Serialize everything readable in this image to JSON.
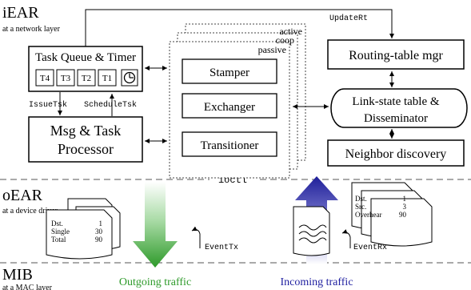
{
  "layers": {
    "iear": {
      "title": "iEAR",
      "subtitle": "at a network layer"
    },
    "oear": {
      "title": "oEAR",
      "subtitle": "at a device driver"
    },
    "mib": {
      "title": "MIB",
      "subtitle": "at a MAC layer"
    },
    "ioctl": "ioctl"
  },
  "task_queue": {
    "title": "Task Queue & Timer",
    "slots": [
      "T4",
      "T3",
      "T2",
      "T1"
    ]
  },
  "msg_processor": {
    "line1": "Msg & Task",
    "line2": "Processor"
  },
  "labels": {
    "issue_tsk": "IssueTsk",
    "schedule_tsk": "ScheduleTsk",
    "update_rt": "UpdateRt",
    "event_tx": "EventTx",
    "event_rx": "EventRx"
  },
  "stack_states": [
    "active",
    "coop",
    "passive"
  ],
  "modules": [
    "Stamper",
    "Exchanger",
    "Transitioner"
  ],
  "right": {
    "routing": "Routing-table mgr",
    "linkstate_line1": "Link-state table &",
    "linkstate_line2": "Disseminator",
    "neighbor": "Neighbor discovery"
  },
  "tx_packet": {
    "keys": [
      "Dst.",
      "Single",
      "Total"
    ],
    "values": [
      "1",
      "30",
      "90"
    ]
  },
  "rx_packet": {
    "keys": [
      "Dst.",
      "Src.",
      "Overhear"
    ],
    "values": [
      "1",
      "3",
      "90"
    ]
  },
  "traffic": {
    "outgoing": "Outgoing traffic",
    "incoming": "Incoming traffic",
    "outgoing_color": "#2e9a2a",
    "incoming_color": "#1f1fa0"
  }
}
